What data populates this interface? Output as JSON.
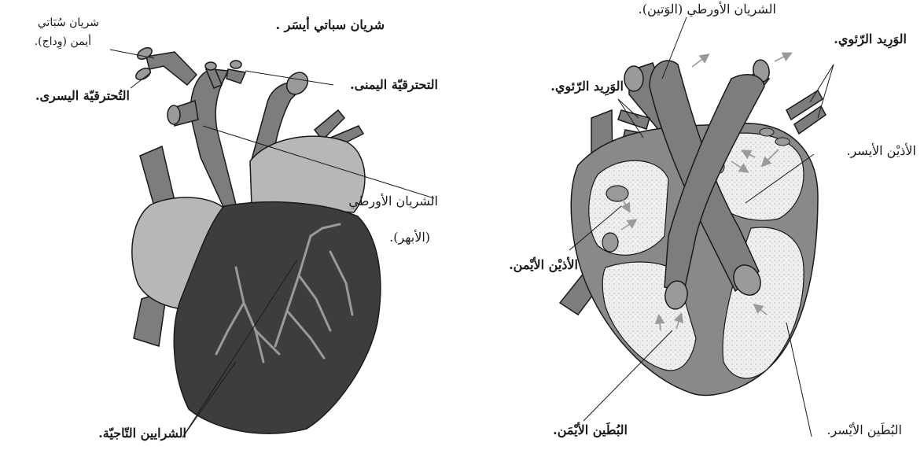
{
  "colors": {
    "dark_muscle": "#3d3d3d",
    "vessel_gray": "#7d7d7d",
    "atrium_gray": "#b7b7b7",
    "chamber_fill": "#ececec",
    "wall_gray": "#898989",
    "line": "#1a1a1a",
    "coronary": "#9a9a9a"
  },
  "left_diagram": {
    "labels": {
      "right_carotid_1": "شريان سُبَاتي",
      "right_carotid_2": "أيمن (وِداج).",
      "left_carotid": "شريان سباتي أيسَر .",
      "right_subclavian": "التحترقيّة اليمنى.",
      "left_subclavian": "التُحترقيّة اليسرى.",
      "aorta_1": "الشريان الأورطي",
      "aorta_2": "(الأبهر).",
      "coronary_arteries": "الشرايين التّاجيّة."
    }
  },
  "right_diagram": {
    "labels": {
      "aorta": "الشريان الأورطي (الوَتين).",
      "pulmonary_vein_right": "الوَرِيد الرّئوي.",
      "pulmonary_vein_left": "الوَرِيد الرّئوي.",
      "left_atrium": "الأذيْن الأيسر.",
      "right_atrium": "الأذيْن الأيْمن.",
      "right_ventricle": "البُطَين الأيْمَن.",
      "left_ventricle": "البُطَين الأيْسر."
    }
  }
}
